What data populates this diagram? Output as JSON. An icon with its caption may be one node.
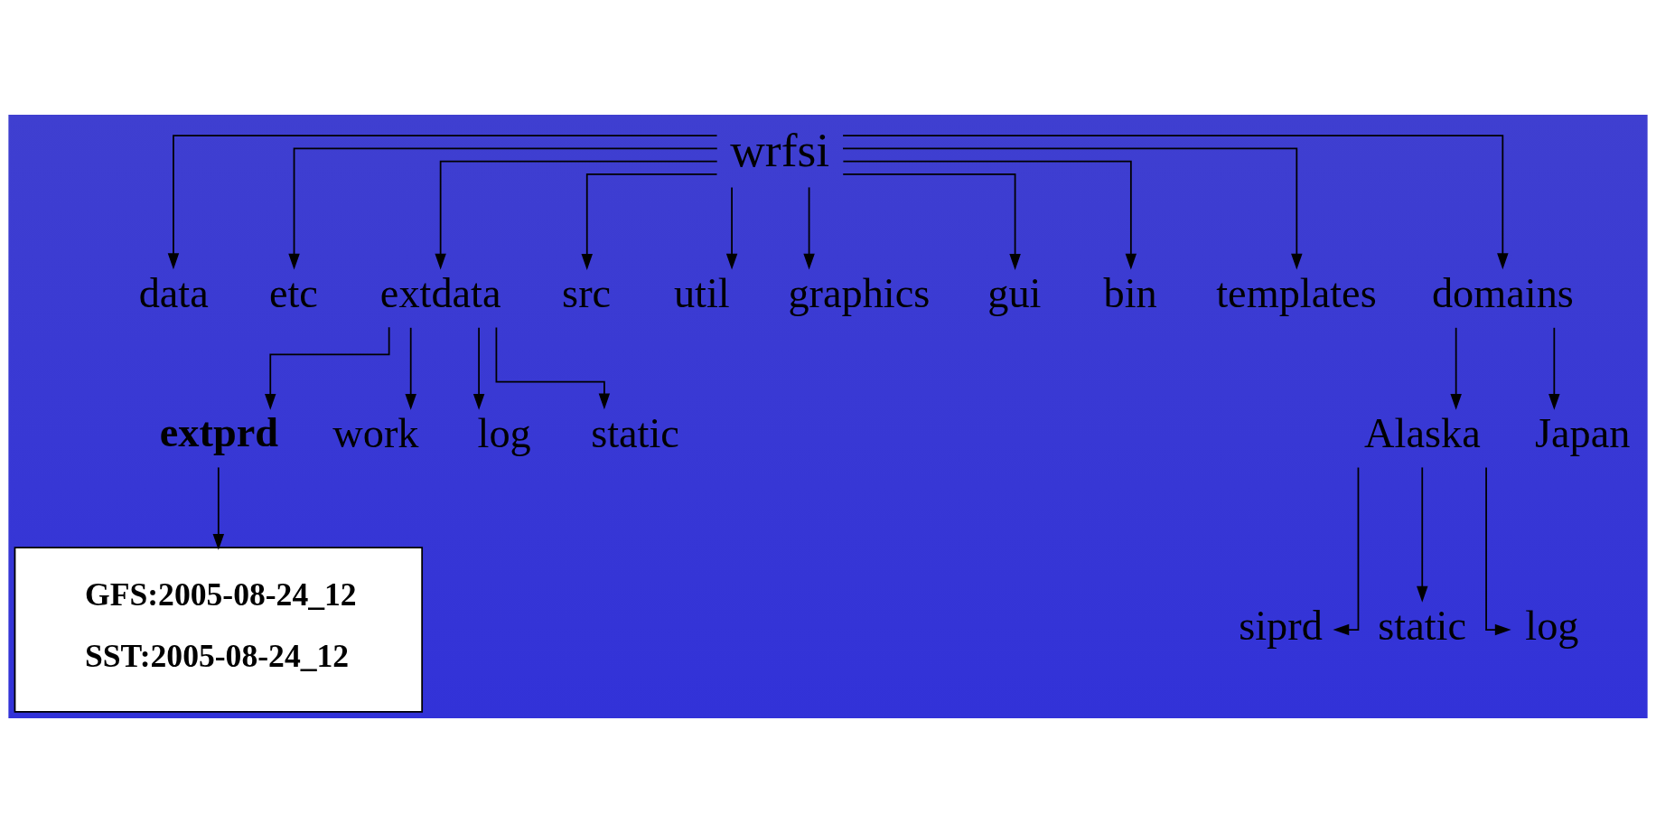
{
  "diagram": {
    "nodes": [
      {
        "text": [
          "wrfsi"
        ]
      },
      {
        "text": [
          "data"
        ]
      },
      {
        "text": [
          "etc"
        ]
      },
      {
        "text": [
          "extdata"
        ]
      },
      {
        "text": [
          "src"
        ]
      },
      {
        "text": [
          "util"
        ]
      },
      {
        "text": [
          "graphics"
        ]
      },
      {
        "text": [
          "gui"
        ]
      },
      {
        "text": [
          "bin"
        ]
      },
      {
        "text": [
          "templates"
        ]
      },
      {
        "text": [
          "domains"
        ]
      },
      {
        "text": [
          "extprd"
        ]
      },
      {
        "text": [
          "work"
        ]
      },
      {
        "text": [
          "log"
        ]
      },
      {
        "text": [
          "static"
        ]
      },
      {
        "text": [
          "Alaska"
        ]
      },
      {
        "text": [
          "Japan"
        ]
      },
      {
        "text": [
          "siprd"
        ]
      },
      {
        "text": [
          "static"
        ]
      },
      {
        "text": [
          "log"
        ]
      },
      {
        "text": [
          "GFS:2005-08-24_12",
          "SST:2005-08-24_12"
        ]
      }
    ],
    "edges": [
      {
        "from": 0,
        "to": 1,
        "arrow": "to"
      },
      {
        "from": 0,
        "to": 2,
        "arrow": "to"
      },
      {
        "from": 0,
        "to": 3,
        "arrow": "to"
      },
      {
        "from": 0,
        "to": 4,
        "arrow": "to"
      },
      {
        "from": 0,
        "to": 5,
        "arrow": "to"
      },
      {
        "from": 0,
        "to": 6,
        "arrow": "to"
      },
      {
        "from": 0,
        "to": 7,
        "arrow": "to"
      },
      {
        "from": 0,
        "to": 8,
        "arrow": "to"
      },
      {
        "from": 0,
        "to": 9,
        "arrow": "to"
      },
      {
        "from": 0,
        "to": 10,
        "arrow": "to"
      },
      {
        "from": 3,
        "to": 11,
        "arrow": "to"
      },
      {
        "from": 3,
        "to": 12,
        "arrow": "to"
      },
      {
        "from": 3,
        "to": 13,
        "arrow": "to"
      },
      {
        "from": 3,
        "to": 14,
        "arrow": "to"
      },
      {
        "from": 10,
        "to": 15,
        "arrow": "to"
      },
      {
        "from": 10,
        "to": 16,
        "arrow": "to"
      },
      {
        "from": 15,
        "to": 17,
        "arrow": "to"
      },
      {
        "from": 15,
        "to": 18,
        "arrow": "to"
      },
      {
        "from": 15,
        "to": 19,
        "arrow": "to"
      },
      {
        "from": 11,
        "to": 20,
        "arrow": "to"
      }
    ]
  }
}
